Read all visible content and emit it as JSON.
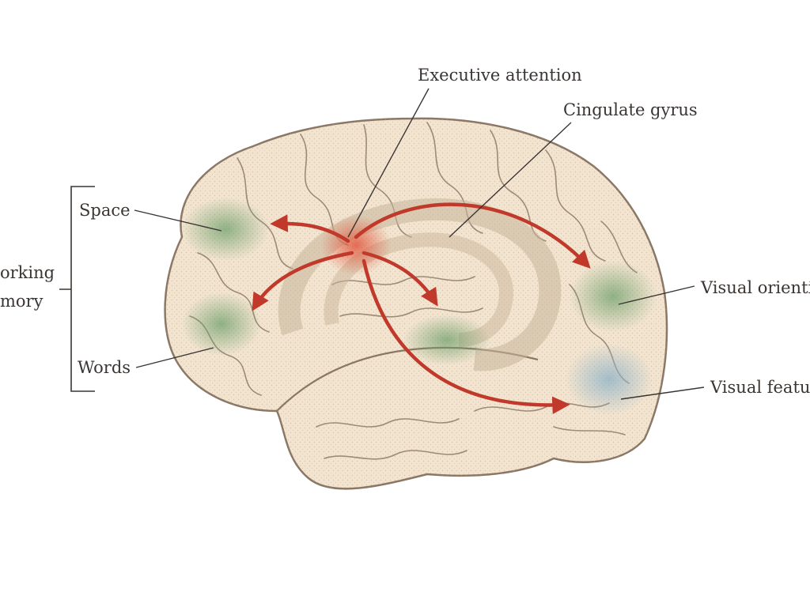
{
  "diagram": {
    "labels": {
      "executive_attention": "Executive attention",
      "cingulate_gyrus": "Cingulate gyrus",
      "space": "Space",
      "working": "orking",
      "memory": "mory",
      "words": "Words",
      "visual_orienting": "Visual orienti",
      "visual_features": "Visual featur"
    },
    "colors": {
      "brain_fill": "#f2e4cf",
      "brain_outline": "#8a7766",
      "activation_green": "#7fae7a",
      "activation_red": "#e0573d",
      "arrow_red": "#c0392b",
      "text": "#3a3532"
    }
  }
}
